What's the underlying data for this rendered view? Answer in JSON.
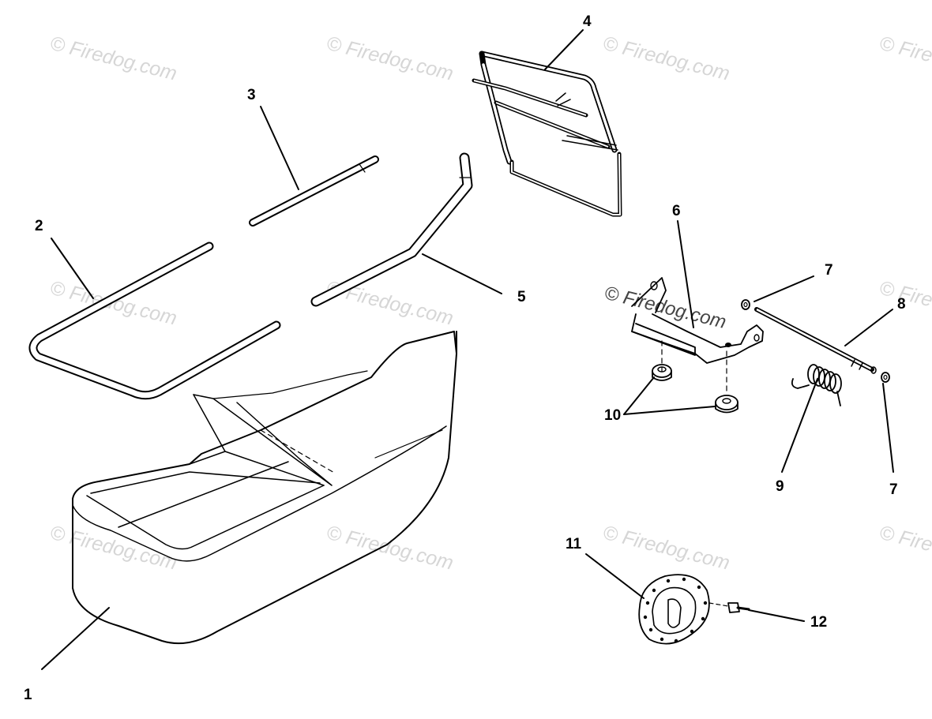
{
  "watermark": "© Firedog.com",
  "callouts": {
    "c1": "1",
    "c2": "2",
    "c3": "3",
    "c4": "4",
    "c5": "5",
    "c6": "6",
    "c7a": "7",
    "c7b": "7",
    "c8": "8",
    "c9": "9",
    "c10": "10",
    "c11": "11",
    "c12": "12"
  },
  "colors": {
    "line": "#000000",
    "watermark": "#d6d6d6",
    "background": "#ffffff"
  }
}
